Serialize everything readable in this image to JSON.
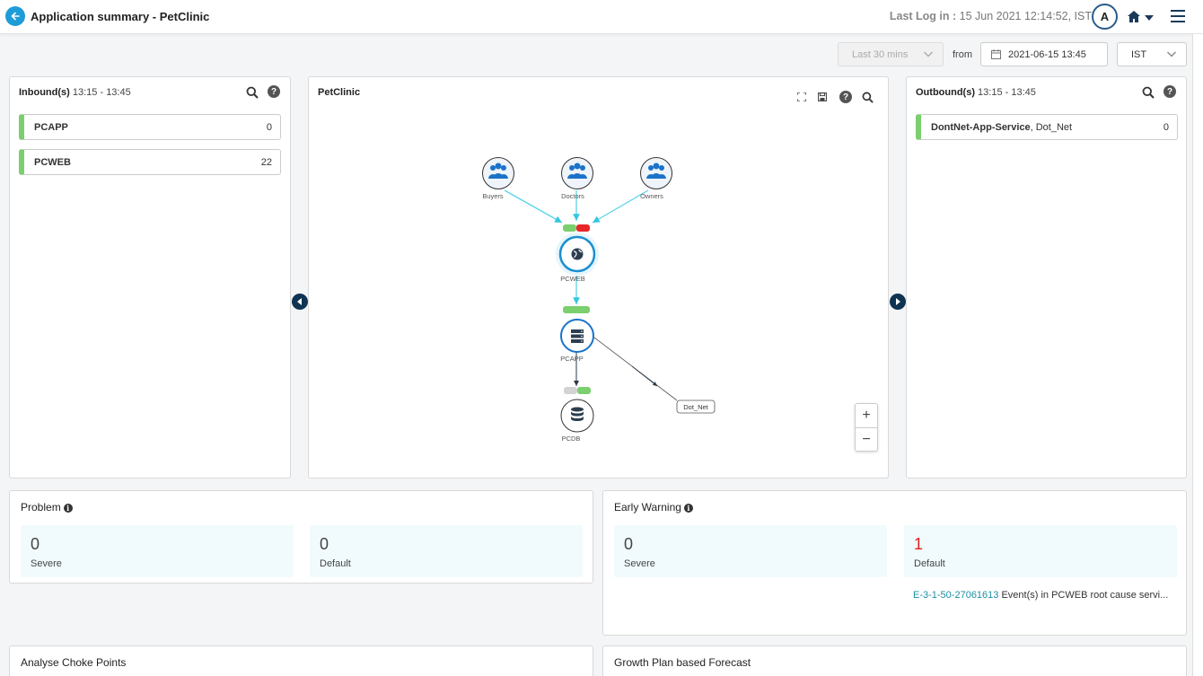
{
  "header": {
    "title": "Application summary - PetClinic",
    "last_log_label": "Last Log in :",
    "last_log_value": "15 Jun 2021 12:14:52, IST",
    "avatar_initial": "A"
  },
  "toolbar": {
    "range": "Last 30 mins",
    "from_label": "from",
    "date_value": "2021-06-15 13:45",
    "timezone": "IST"
  },
  "inbound": {
    "title": "Inbound(s)",
    "time_range": "13:15 - 13:45",
    "items": [
      {
        "name": "PCAPP",
        "count": "0"
      },
      {
        "name": "PCWEB",
        "count": "22"
      }
    ]
  },
  "topology": {
    "title": "PetClinic",
    "nodes": {
      "buyers": "Buyers",
      "doctors": "Doctors",
      "owners": "Owners",
      "pcweb": "PCWEB",
      "pcapp": "PCAPP",
      "pcdb": "PCDB",
      "dotnet": "Dot_Net"
    },
    "zoom_in": "+",
    "zoom_out": "−"
  },
  "outbound": {
    "title": "Outbound(s)",
    "time_range": "13:15 - 13:45",
    "items": [
      {
        "name": "DontNet-App-Service",
        "suffix": ", Dot_Net",
        "count": "0"
      }
    ]
  },
  "problem": {
    "title": "Problem",
    "severe_value": "0",
    "severe_label": "Severe",
    "default_value": "0",
    "default_label": "Default"
  },
  "early_warning": {
    "title": "Early Warning",
    "severe_value": "0",
    "severe_label": "Severe",
    "default_value": "1",
    "default_label": "Default",
    "event_link": "E-3-1-50-27061613",
    "event_text": " Event(s) in PCWEB root cause servi..."
  },
  "choke_points": {
    "title": "Analyse Choke Points"
  },
  "forecast": {
    "title": "Growth Plan based Forecast"
  },
  "colors": {
    "accent": "#1e9cd7",
    "healthy": "#7bcf6e",
    "critical": "#e8262a",
    "navy": "#0f3352"
  }
}
